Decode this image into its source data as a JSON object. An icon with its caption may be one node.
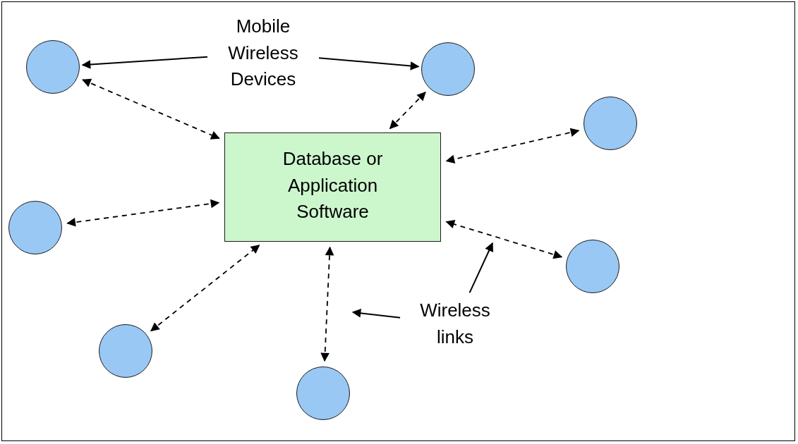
{
  "diagram": {
    "nodes": [
      {
        "text": [
          "Mobile Wireless Devices"
        ]
      },
      {
        "text": [],
        "shape": "circle"
      },
      {
        "text": [],
        "shape": "circle"
      },
      {
        "text": [],
        "shape": "circle"
      },
      {
        "text": [
          "Database or Application Software"
        ]
      },
      {
        "text": [],
        "shape": "circle"
      },
      {
        "text": [],
        "shape": "circle"
      },
      {
        "text": [],
        "shape": "circle"
      },
      {
        "text": [
          "Wireless links"
        ]
      },
      {
        "text": [],
        "shape": "circle"
      }
    ],
    "edges": [
      {
        "from": 0,
        "to": 1,
        "arrow": "to"
      },
      {
        "from": 0,
        "to": 2,
        "arrow": "to"
      },
      {
        "from": 1,
        "to": 4,
        "arrow": "both",
        "style": "dashed"
      },
      {
        "from": 2,
        "to": 4,
        "arrow": "both",
        "style": "dashed"
      },
      {
        "from": 3,
        "to": 4,
        "arrow": "both",
        "style": "dashed"
      },
      {
        "from": 5,
        "to": 4,
        "arrow": "both",
        "style": "dashed"
      },
      {
        "from": 6,
        "to": 4,
        "arrow": "both",
        "style": "dashed"
      },
      {
        "from": 7,
        "to": 4,
        "arrow": "both",
        "style": "dashed"
      },
      {
        "from": 9,
        "to": 4,
        "arrow": "both",
        "style": "dashed"
      },
      {
        "from": 8,
        "to": null,
        "arrow": "to"
      },
      {
        "from": 8,
        "to": null,
        "arrow": "to"
      }
    ]
  }
}
